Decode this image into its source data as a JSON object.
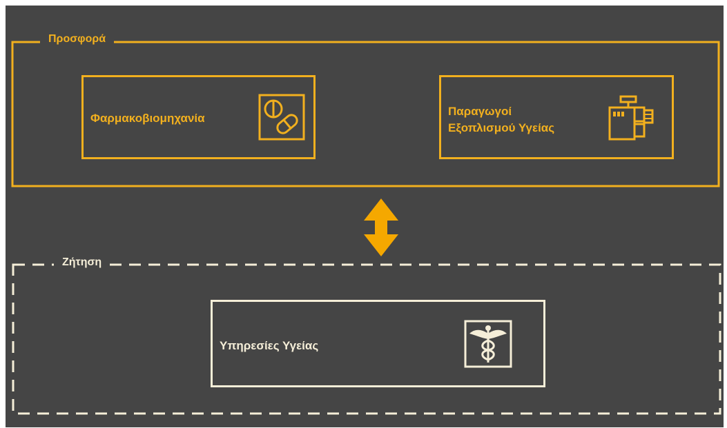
{
  "colors": {
    "background": "#454545",
    "supply": "#F2B01E",
    "demand": "#F5EED8",
    "arrow": "#F5A800"
  },
  "supply": {
    "title": "Προσφορά",
    "boxes": [
      {
        "label": "Φαρμακοβιομηχανία",
        "icon": "pills-icon"
      },
      {
        "label_line1": "Παραγωγοί",
        "label_line2": "Εξοπλισμού Υγείας",
        "icon": "medical-equipment-icon"
      }
    ]
  },
  "demand": {
    "title": "Ζήτηση",
    "boxes": [
      {
        "label": "Υπηρεσίες Υγείας",
        "icon": "caduceus-icon"
      }
    ]
  },
  "connector": {
    "icon": "double-arrow-icon"
  }
}
